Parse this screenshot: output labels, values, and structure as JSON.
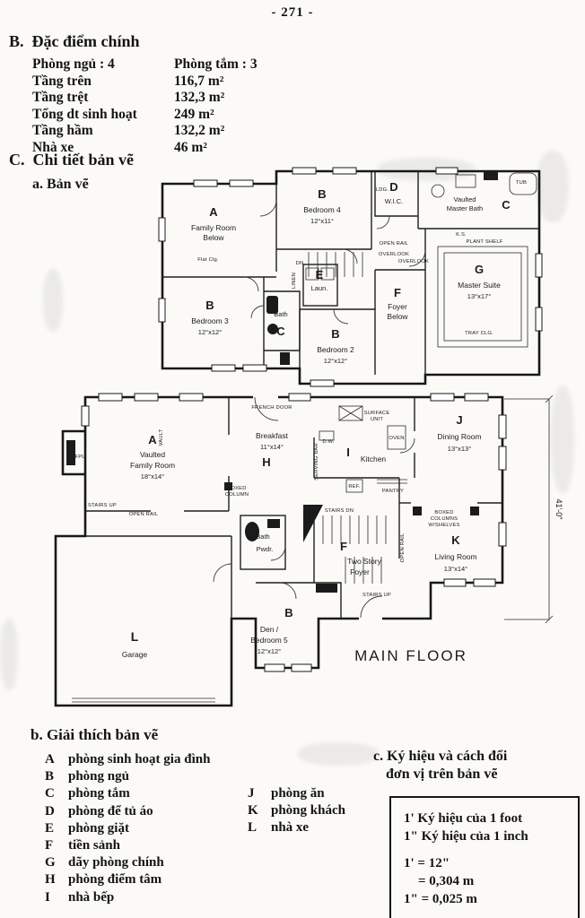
{
  "page_number": "- 271 -",
  "features": {
    "section_label": "B.",
    "title": "Đặc điểm chính",
    "rows": [
      {
        "left": "Phòng ngủ : 4",
        "right": "Phòng tắm : 3"
      },
      {
        "left": "Tầng trên",
        "right": "116,7 m²"
      },
      {
        "left": "Tầng trệt",
        "right": "132,3 m²"
      },
      {
        "left": "Tổng dt sinh hoạt",
        "right": "249 m²"
      },
      {
        "left": "Tầng hầm",
        "right": "132,2 m²"
      },
      {
        "left": "Nhà xe",
        "right": "46 m²"
      }
    ]
  },
  "details": {
    "section_label": "C.",
    "title": "Chi tiết bản vẽ",
    "subsection": "a. Bản vẽ"
  },
  "upper_plan": {
    "family": {
      "letter": "A",
      "l1": "Family Room",
      "l2": "Below",
      "l3": "Flat Clg."
    },
    "bedroom4": {
      "letter": "B",
      "l1": "Bedroom 4",
      "l2": "12°x11°"
    },
    "wic": {
      "letter": "D",
      "l1": "W.I.C."
    },
    "master_bath": {
      "letter": "C",
      "l1": "Vaulted",
      "l2": "Master Bath"
    },
    "master_suite": {
      "letter": "G",
      "l1": "Master Suite",
      "l2": "13°x17°",
      "l3": "TRAY CLG."
    },
    "bedroom3": {
      "letter": "B",
      "l1": "Bedroom 3",
      "l2": "12°x12°"
    },
    "bath": {
      "letter": "C",
      "l1": "Bath"
    },
    "laundry": {
      "letter": "E",
      "l1": "Laun."
    },
    "bedroom2": {
      "letter": "B",
      "l1": "Bedroom 2",
      "l2": "12°x12°"
    },
    "foyer": {
      "letter": "F",
      "l1": "Foyer",
      "l2": "Below"
    },
    "ann": {
      "open_rail": "OPEN RAIL",
      "overlook_1": "OVERLOOK",
      "overlook_2": "OVERLOOK",
      "linen": "LINEN",
      "dn": "DN",
      "ldg": "LDG.",
      "ks": "K.S.",
      "plant_shelf": "PLANT SHELF",
      "tub": "TUB"
    }
  },
  "main_plan": {
    "family": {
      "letter": "A",
      "l1": "Vaulted",
      "l2": "Family Room",
      "l3": "18°x14°"
    },
    "breakfast": {
      "letter": "H",
      "l1": "Breakfast",
      "l2": "11°x14°"
    },
    "kitchen": {
      "letter": "I",
      "l1": "Kitchen"
    },
    "dining": {
      "letter": "J",
      "l1": "Dining Room",
      "l2": "13°x13°"
    },
    "bath": {
      "l1": "Bath",
      "l2": "Pwdr."
    },
    "foyer": {
      "letter": "F",
      "l1": "Two Story",
      "l2": "Foyer"
    },
    "living": {
      "letter": "K",
      "l1": "Living Room",
      "l2": "13°x14°"
    },
    "den": {
      "letter": "B",
      "l1": "Den /",
      "l2": "Bedroom 5",
      "l3": "12°x12°"
    },
    "garage": {
      "letter": "L",
      "l1": "Garage"
    },
    "ann": {
      "vault": "VAULT",
      "fpl": "FPL.",
      "stairs_up_1": "STAIRS UP",
      "open_rail_1": "OPEN RAIL",
      "french_door": "FRENCH DOOR",
      "boxed_column_1": "BOXED",
      "boxed_column_2": "COLUMN",
      "serving_bar": "SERVING BAR",
      "dw": "D.W.",
      "surface_unit_1": "SURFACE",
      "surface_unit_2": "UNIT",
      "oven": "OVEN",
      "ref": "REF.",
      "pantry": "PANTRY",
      "shelves_1": "BOXED",
      "shelves_2": "COLUMNS",
      "shelves_3": "W/SHELVES",
      "stairs_dn": "STAIRS DN",
      "open_rail_2": "OPEN RAIL",
      "stairs_up_2": "STAIRS UP",
      "title": "MAIN FLOOR",
      "dimension": "41'-0\""
    }
  },
  "legend": {
    "title": "b. Giải thích bản vẽ",
    "col1": [
      {
        "key": "A",
        "label": "phòng sinh hoạt gia đình"
      },
      {
        "key": "B",
        "label": "phòng ngủ"
      },
      {
        "key": "C",
        "label": "phòng tắm"
      },
      {
        "key": "D",
        "label": "phòng để tủ áo"
      },
      {
        "key": "E",
        "label": "phòng giặt"
      },
      {
        "key": "F",
        "label": "tiền sảnh"
      },
      {
        "key": "G",
        "label": "dãy phòng chính"
      },
      {
        "key": "H",
        "label": "phòng điểm tâm"
      },
      {
        "key": "I",
        "label": "nhà bếp"
      }
    ],
    "col2": [
      {
        "key": "J",
        "label": "phòng ăn"
      },
      {
        "key": "K",
        "label": "phòng khách"
      },
      {
        "key": "L",
        "label": "nhà xe"
      }
    ]
  },
  "units": {
    "title_l1": "c. Ký hiệu và cách đổi",
    "title_l2": "đơn vị trên bản vẽ",
    "line1": "1' Ký hiệu của 1 foot",
    "line2": "1\" Ký hiệu của 1 inch",
    "line3": "1'  = 12\"",
    "line4": "= 0,304 m",
    "line5": "1\" = 0,025 m"
  }
}
